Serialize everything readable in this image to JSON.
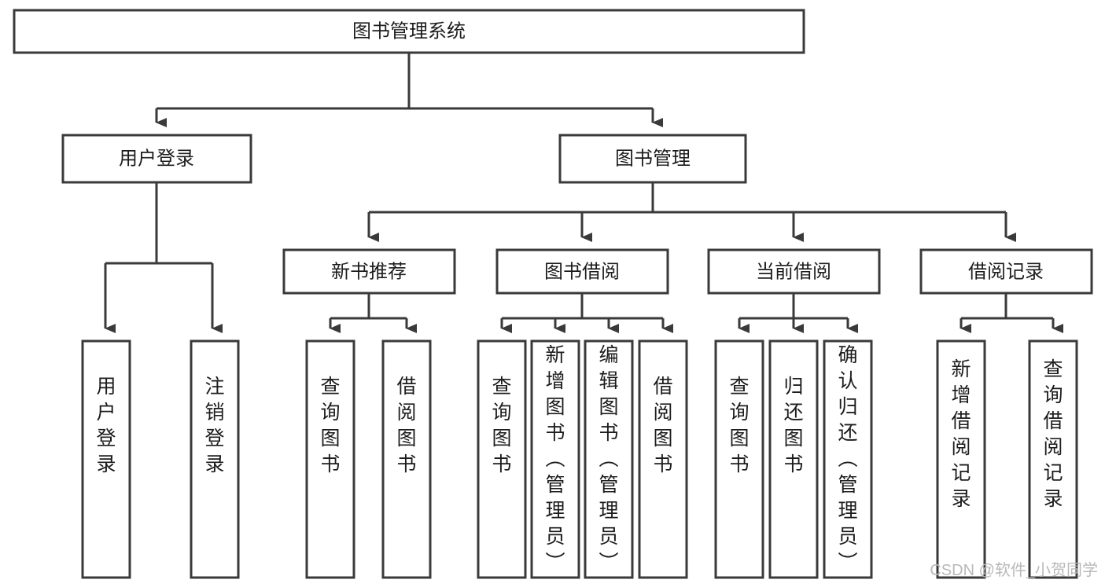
{
  "diagram": {
    "title": "图书管理系统",
    "type": "tree-hierarchy-diagram",
    "watermark": "CSDN @软件_小贺同学",
    "colors": {
      "box_fill": "#ffffff",
      "box_stroke": "#3a3a3a",
      "text": "#1c1c1c",
      "background": "#ffffff",
      "watermark": "#b9b9b9"
    },
    "root": {
      "label": "图书管理系统"
    },
    "level2": [
      {
        "label": "用户登录"
      },
      {
        "label": "图书管理"
      }
    ],
    "level3": [
      {
        "label": "新书推荐"
      },
      {
        "label": "图书借阅"
      },
      {
        "label": "当前借阅"
      },
      {
        "label": "借阅记录"
      }
    ],
    "leaves": [
      {
        "label": "用户登录",
        "parent": "用户登录"
      },
      {
        "label": "注销登录",
        "parent": "用户登录"
      },
      {
        "label": "查询图书",
        "parent": "新书推荐"
      },
      {
        "label": "借阅图书",
        "parent": "新书推荐"
      },
      {
        "label": "查询图书",
        "parent": "图书借阅"
      },
      {
        "label": "新增图书（管理员）",
        "parent": "图书借阅"
      },
      {
        "label": "编辑图书（管理员）",
        "parent": "图书借阅"
      },
      {
        "label": "借阅图书",
        "parent": "图书借阅"
      },
      {
        "label": "查询图书",
        "parent": "当前借阅"
      },
      {
        "label": "归还图书",
        "parent": "当前借阅"
      },
      {
        "label": "确认归还（管理员）",
        "parent": "当前借阅"
      },
      {
        "label": "新增借阅记录",
        "parent": "借阅记录"
      },
      {
        "label": "查询借阅记录",
        "parent": "借阅记录"
      }
    ]
  }
}
